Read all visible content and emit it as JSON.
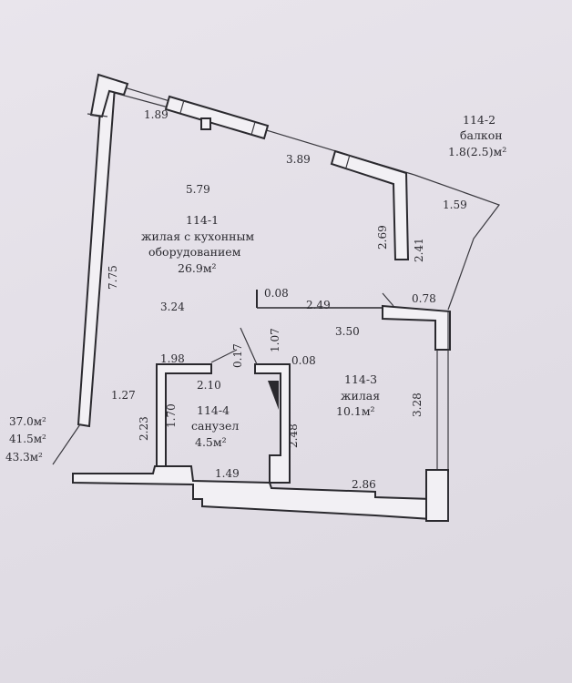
{
  "rooms": {
    "r1": {
      "id": "114-1",
      "line1": "жилая с кухонным",
      "line2": "оборудованием",
      "area": "26.9м²"
    },
    "r2": {
      "id": "114-2",
      "name": "балкон",
      "area": "1.8(2.5)м²"
    },
    "r3": {
      "id": "114-3",
      "name": "жилая",
      "area": "10.1м²"
    },
    "r4": {
      "id": "114-4",
      "name": "санузел",
      "area": "4.5м²"
    }
  },
  "dims": {
    "d189": "1.89",
    "d389": "3.89",
    "d579": "5.79",
    "d159": "1.59",
    "d269": "2.69",
    "d241": "2.41",
    "d775": "7.75",
    "d008a": "0.08",
    "d249": "2.49",
    "d078": "0.78",
    "d324": "3.24",
    "d350": "3.50",
    "d107": "1.07",
    "d017": "0.17",
    "d198": "1.98",
    "d008b": "0.08",
    "d210": "2.10",
    "d127": "1.27",
    "d328": "3.28",
    "d223": "2.23",
    "d170": "1.70",
    "d248": "2.48",
    "d149": "1.49",
    "d286": "2.86"
  },
  "totals": {
    "t1": "37.0м²",
    "t2": "41.5м²",
    "t3": "43.3м²"
  }
}
